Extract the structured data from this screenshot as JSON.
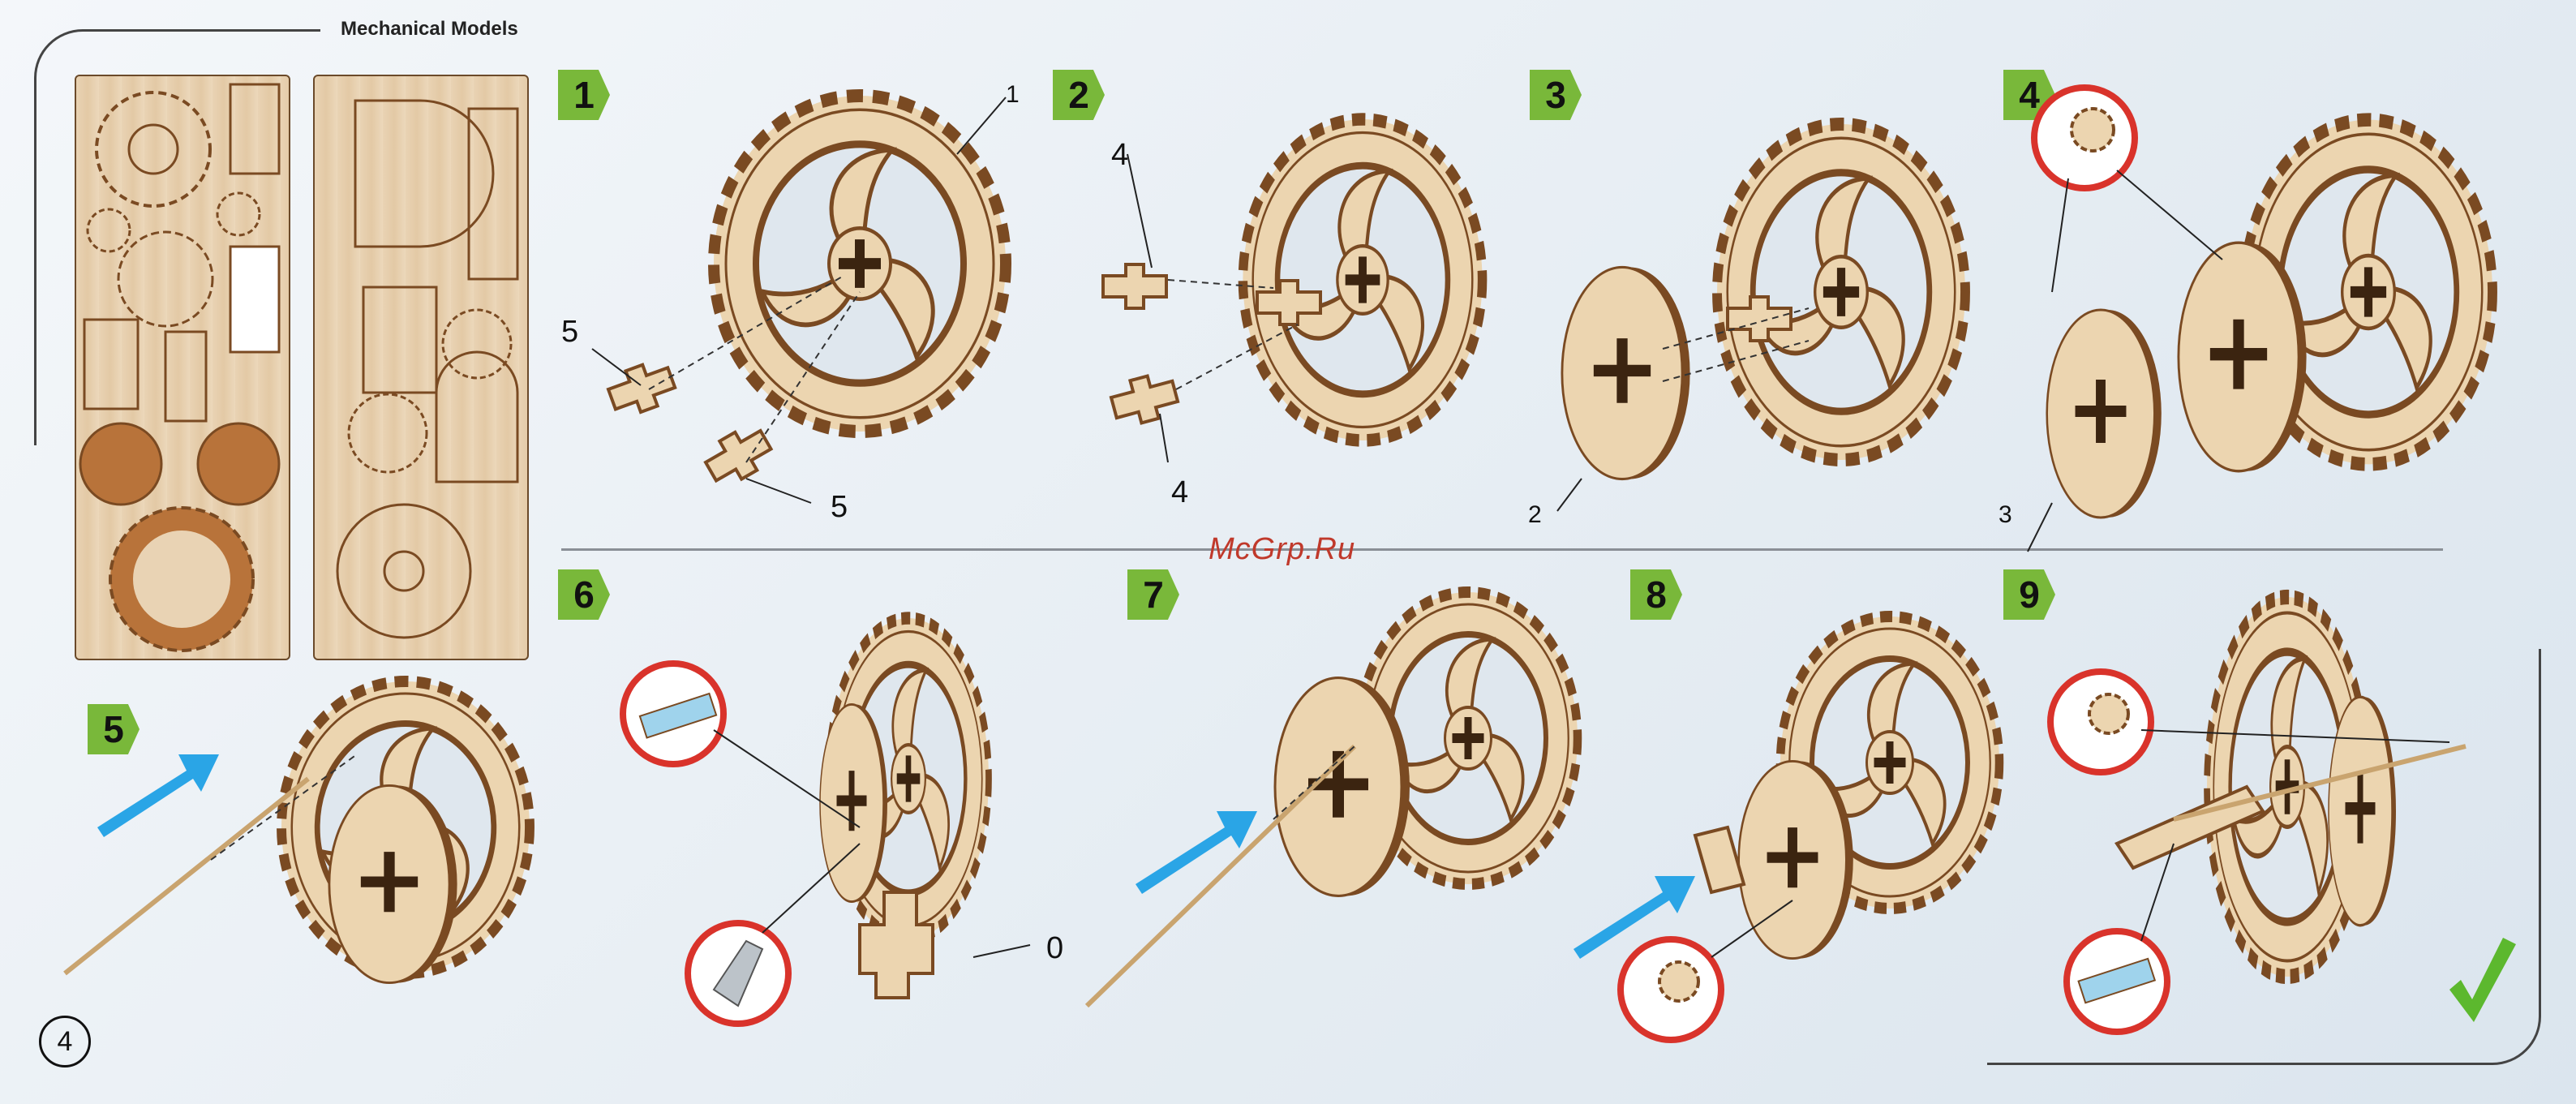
{
  "header": {
    "series_title": "Mechanical Models"
  },
  "watermark": "McGrp.Ru",
  "page_number": "4",
  "steps": [
    {
      "number": "1",
      "callouts": [
        "1",
        "5",
        "5"
      ]
    },
    {
      "number": "2",
      "callouts": [
        "4",
        "4"
      ]
    },
    {
      "number": "3",
      "callouts": [
        "2"
      ]
    },
    {
      "number": "4",
      "callouts": [
        "3"
      ]
    },
    {
      "number": "5",
      "callouts": []
    },
    {
      "number": "6",
      "callouts": [
        "0"
      ]
    },
    {
      "number": "7",
      "callouts": []
    },
    {
      "number": "8",
      "callouts": []
    },
    {
      "number": "9",
      "callouts": []
    }
  ],
  "colors": {
    "plywood": "#ecd5b0",
    "plywood_edge": "#7a4a22",
    "step_badge": "#79b83a",
    "callout_ring": "#d9332b",
    "arrow": "#2aa5e6",
    "check": "#5cb82e"
  }
}
